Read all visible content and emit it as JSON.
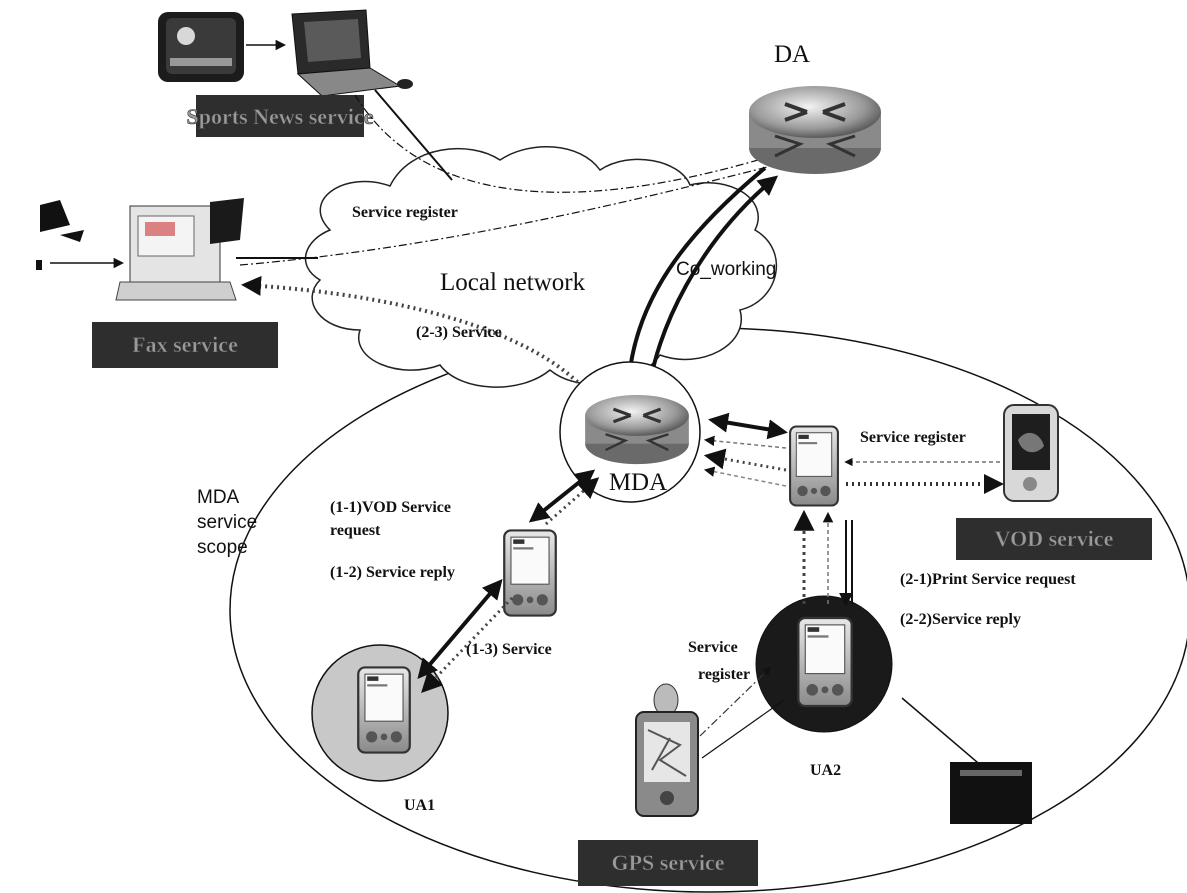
{
  "nodes": {
    "da": "DA",
    "mda": "MDA",
    "ua1": "UA1",
    "ua2": "UA2"
  },
  "network": {
    "cloud_label": "Local network",
    "co_working": "Co_working"
  },
  "scope_label": [
    "MDA",
    "service",
    "scope"
  ],
  "services": {
    "sports_news": "Sports News service",
    "fax": "Fax service",
    "vod": "VOD service",
    "gps": "GPS service"
  },
  "messages": {
    "service_register_top": "Service register",
    "service_23": "(2-3) Service",
    "service_register_vod": "Service register",
    "vod_request_line1": "(1-1)VOD  Service",
    "vod_request_line2": "request",
    "service_reply_12": "(1-2) Service reply",
    "service_13": "(1-3) Service",
    "print_request": "(2-1)Print Service request",
    "service_reply_22": "(2-2)Service reply",
    "service_register_gps_line1": "Service",
    "service_register_gps_line2": "register"
  },
  "icons": [
    "router-icon",
    "pda-icon",
    "laptop-icon",
    "tv-icon",
    "fax-icon",
    "gps-icon",
    "printer-icon"
  ],
  "colors": {
    "line": "#111111",
    "service_box": "#2e2e2e",
    "ua1_circle": "#c8c8c8",
    "ua2_circle": "#1a1a1a"
  }
}
